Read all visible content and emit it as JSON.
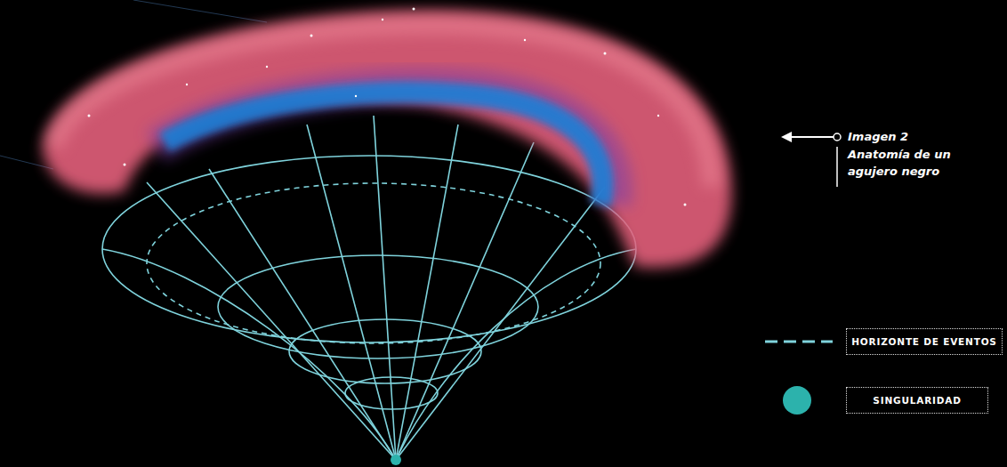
{
  "diagram": {
    "labels": [
      "Imagen 2",
      "Anatomía de un agujero negro"
    ],
    "legend": [
      {
        "text": "HORIZONTE DE EVENTOS"
      },
      {
        "text": "SINGULARIDAD",
        "color": "#2cb2ac"
      }
    ]
  }
}
